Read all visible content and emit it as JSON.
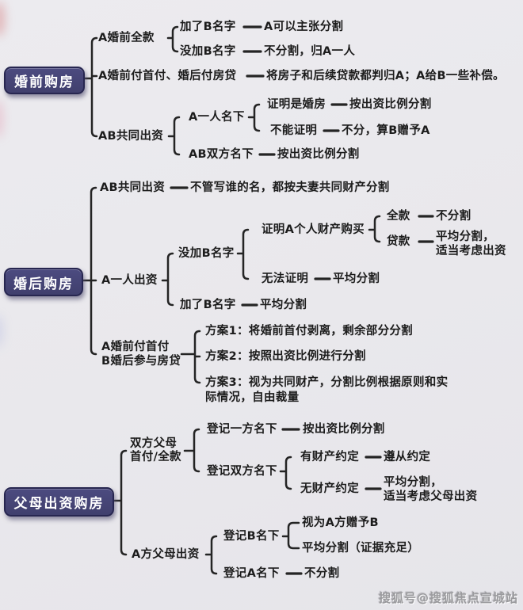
{
  "page": {
    "watermark": "搜狐号@搜狐焦点宣城站",
    "colors": {
      "root_box": "#45447a",
      "line": "#242424",
      "background": "#eaeaee",
      "text": "#1c1c1c"
    }
  },
  "map": {
    "premarriage": {
      "root": "婚前购房",
      "full_payment": {
        "label": "A婚前全款",
        "added_name": {
          "label": "加了B名字",
          "result": "A可以主张分割"
        },
        "no_name": {
          "label": "没加B名字",
          "result": "不分割，归A一人"
        }
      },
      "downpayment": {
        "label": "A婚前付首付、婚后付房贷",
        "result": "将房子和后续贷款都判归A；A给B一些补偿。"
      },
      "joint": {
        "label": "AB共同出资",
        "one_name": {
          "label": "A一人名下",
          "proved": {
            "label": "证明是婚房",
            "result": "按出资比例分割"
          },
          "not_proved": {
            "label": "不能证明",
            "result": "不分，算B赠予A"
          }
        },
        "both_names": {
          "label": "AB双方名下",
          "result": "按出资比例分割"
        }
      }
    },
    "postmarriage": {
      "root": "婚后购房",
      "joint": {
        "label": "AB共同出资",
        "result": "不管写谁的名，都按夫妻共同财产分割"
      },
      "alone": {
        "label": "A一人出资",
        "no_b_name": {
          "label": "没加B名字",
          "proved_personal": {
            "label": "证明A个人财产购买",
            "full": {
              "label": "全款",
              "result": "不分割"
            },
            "loan": {
              "label": "贷款",
              "result_line1": "平均分割，",
              "result_line2": "适当考虑出资"
            }
          },
          "cannot_prove": {
            "label": "无法证明",
            "result": "平均分割"
          }
        },
        "added_b_name": {
          "label": "加了B名字",
          "result": "平均分割"
        }
      },
      "mixed": {
        "label_line1": "A婚前付首付",
        "label_line2": "B婚后参与房贷",
        "plan1": "方案1：将婚前首付剥离，剩余部分分割",
        "plan2": "方案2：按照出资比例进行分割",
        "plan3_line1": "方案3：视为共同财产，分割比例根据原则和实",
        "plan3_line2": "际情况，自由裁量"
      }
    },
    "parents": {
      "root": "父母出资购房",
      "both_parents": {
        "label_line1": "双方父母",
        "label_line2": "首付/全款",
        "reg_one": {
          "label": "登记一方名下",
          "result": "按出资比例分割"
        },
        "reg_both": {
          "label": "登记双方名下",
          "has_agreement": {
            "label": "有财产约定",
            "result": "遵从约定"
          },
          "no_agreement": {
            "label": "无财产约定",
            "result_line1": "平均分割，",
            "result_line2": "适当考虑父母出资"
          }
        }
      },
      "a_parents": {
        "label": "A方父母出资",
        "reg_b": {
          "label": "登记B名下",
          "result1": "视为A方赠予B",
          "result2": "平均分割（证据充足）"
        },
        "reg_a": {
          "label": "登记A名下",
          "result": "不分割"
        }
      }
    }
  }
}
